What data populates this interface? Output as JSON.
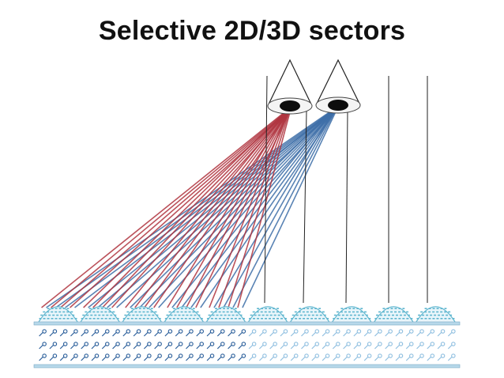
{
  "title": "Selective 2D/3D sectors",
  "colors": {
    "background": "#ffffff",
    "title": "#111111",
    "left_eye_rays": "#b0343f",
    "right_eye_rays": "#3d6ea8",
    "lens": "#5fb6cf",
    "pixel_left": "#2a5e9a",
    "pixel_right": "#8fbfe0",
    "plate": "#b7d8ea",
    "vertical_lines": "#222222"
  },
  "eyes": [
    {
      "name": "left-eye",
      "role": "viewer eye"
    },
    {
      "name": "right-eye",
      "role": "viewer eye"
    }
  ],
  "lens_array": {
    "count": 10,
    "sectors_3d": 5,
    "sectors_2d": 5
  },
  "pixel_layer": {
    "rows": 3,
    "columns": 40
  }
}
